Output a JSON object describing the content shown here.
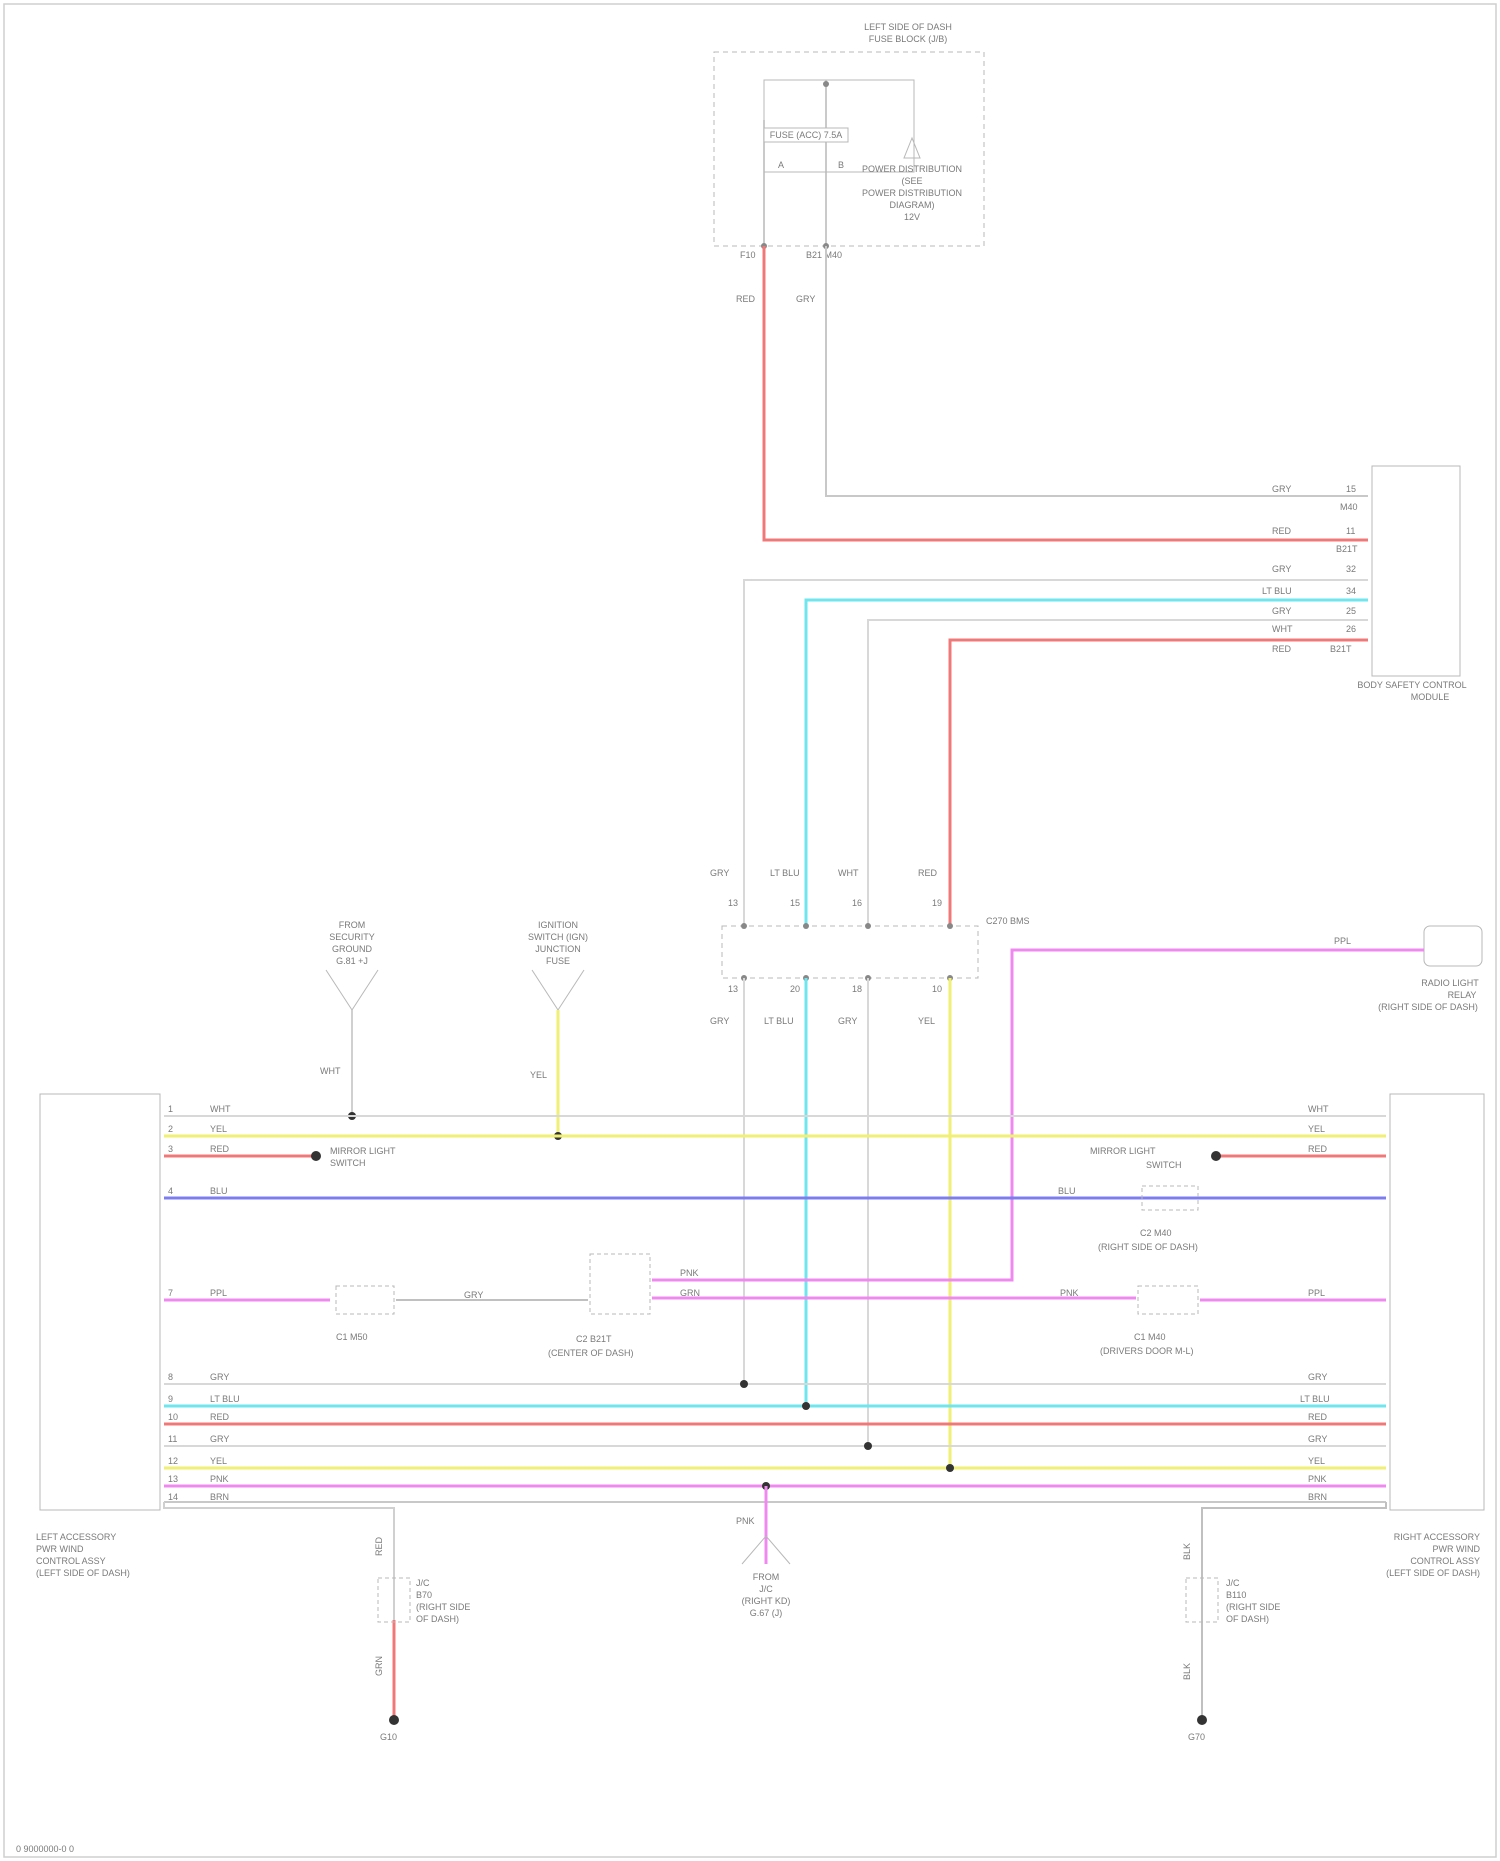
{
  "colors": {
    "red": "#f07878",
    "cyan": "#6fe5ee",
    "yellow": "#f1ef74",
    "blue": "#7d7df0",
    "pink": "#ef88ef",
    "grey": "#c8c8c8",
    "box": "#b0b0b0"
  },
  "fuse_box": {
    "title": "LEFT SIDE OF DASH",
    "subtitle": "FUSE BLOCK (J/B)",
    "fuse": "FUSE (ACC) 7.5A",
    "pin_a": "A",
    "pin_b": "B",
    "text1": "POWER DISTRIBUTION",
    "text2": "(SEE",
    "text3": "POWER DISTRIBUTION",
    "text4": "DIAGRAM)",
    "text5": "12V",
    "conn_left": "F10",
    "conn_right": "B21  M40"
  },
  "wire_labels": {
    "red_drop": "RED",
    "grey_drop": "GRY"
  },
  "bcm": {
    "title": "BODY SAFETY CONTROL",
    "subtitle": "MODULE",
    "rows": [
      {
        "wire": "GRY",
        "pin": "15"
      },
      {
        "wire": "",
        "pin": "M40"
      },
      {
        "wire": "RED",
        "pin": "11"
      },
      {
        "wire": "",
        "pin": "B21T"
      },
      {
        "wire": "GRY",
        "pin": "32"
      },
      {
        "wire": "LT BLU",
        "pin": "34"
      },
      {
        "wire": "GRY",
        "pin": "25"
      },
      {
        "wire": "WHT",
        "pin": "26"
      },
      {
        "wire": "RED",
        "pin": "B21T"
      }
    ]
  },
  "junction": {
    "name": "C270 BMS",
    "top_wires": [
      "GRY",
      "LT BLU",
      "WHT",
      "RED"
    ],
    "top_pins": [
      "13",
      "15",
      "16",
      "19"
    ],
    "bot_pins": [
      "13",
      "20",
      "18",
      "10"
    ],
    "bot_wires": [
      "GRY",
      "LT BLU",
      "GRY",
      "YEL"
    ]
  },
  "ground_a": {
    "l1": "FROM",
    "l2": "SECURITY",
    "l3": "GROUND",
    "l4": "G.81 +J",
    "wire": "WHT"
  },
  "ground_b": {
    "l1": "IGNITION",
    "l2": "SWITCH (IGN)",
    "l3": "JUNCTION",
    "l4": "FUSE",
    "wire": "YEL"
  },
  "motor": {
    "wire": "PPL",
    "l1": "RADIO LIGHT",
    "l2": "RELAY",
    "l3": "(RIGHT SIDE OF DASH)"
  },
  "left_module": {
    "l1": "LEFT ACCESSORY",
    "l2": "PWR WIND",
    "l3": "CONTROL ASSY",
    "l4": "(LEFT SIDE OF DASH)",
    "wire_labels": [
      "WHT",
      "YEL",
      "RED",
      "BLU",
      "PPL",
      "GRY",
      "LT BLU",
      "RED",
      "GRY",
      "YEL",
      "PNK",
      "BRN"
    ],
    "pins": [
      "1",
      "2",
      "3",
      "4",
      "7",
      "8",
      "9",
      "10",
      "11",
      "12",
      "13",
      "14"
    ]
  },
  "right_module": {
    "l1": "RIGHT ACCESSORY",
    "l2": "PWR WIND",
    "l3": "CONTROL ASSY",
    "l4": "(LEFT SIDE OF DASH)",
    "wire_labels": [
      "WHT",
      "YEL",
      "RED",
      "BLU",
      "PPL",
      "GRY",
      "LT BLU",
      "RED",
      "GRY",
      "YEL",
      "PNK",
      "BRN"
    ]
  },
  "bus_labels": {
    "mirror_left_1": "MIRROR LIGHT",
    "mirror_left_2": "SWITCH",
    "mirror_right_1": "MIRROR LIGHT",
    "mirror_right_2": "SWITCH",
    "c_left_1": "C2 M40",
    "c_left_2": "(RIGHT SIDE OF DASH)",
    "c_mid_a": "C1 M50",
    "c_mid_b_1": "C2 B21T",
    "c_mid_b_2": "(CENTER OF DASH)",
    "c_right_1": "C1 M40",
    "c_right_2": "(DRIVERS DOOR M-L)",
    "blu_wire": "BLU",
    "ppl_wire": "PPL",
    "pnk_wire": "PNK",
    "grn_wire": "GRN",
    "gry_wire": "GRY",
    "pnk_right": "PNK"
  },
  "bottom": {
    "left_wire_top": "RED",
    "left_wire_bot": "GRN",
    "left_conn_1": "J/C",
    "left_conn_2": "B70",
    "left_conn_3": "(RIGHT SIDE",
    "left_conn_4": "OF DASH)",
    "left_gnd": "G10",
    "mid_wire": "PNK",
    "mid_1": "FROM",
    "mid_2": "J/C",
    "mid_3": "(RIGHT KD)",
    "mid_4": "G.67 (J)",
    "right_wire_top": "BLK",
    "right_wire_bot": "BLK",
    "right_conn_1": "J/C",
    "right_conn_2": "B110",
    "right_conn_3": "(RIGHT SIDE",
    "right_conn_4": "OF DASH)",
    "right_gnd": "G70"
  },
  "footer": "0 9000000-0 0"
}
